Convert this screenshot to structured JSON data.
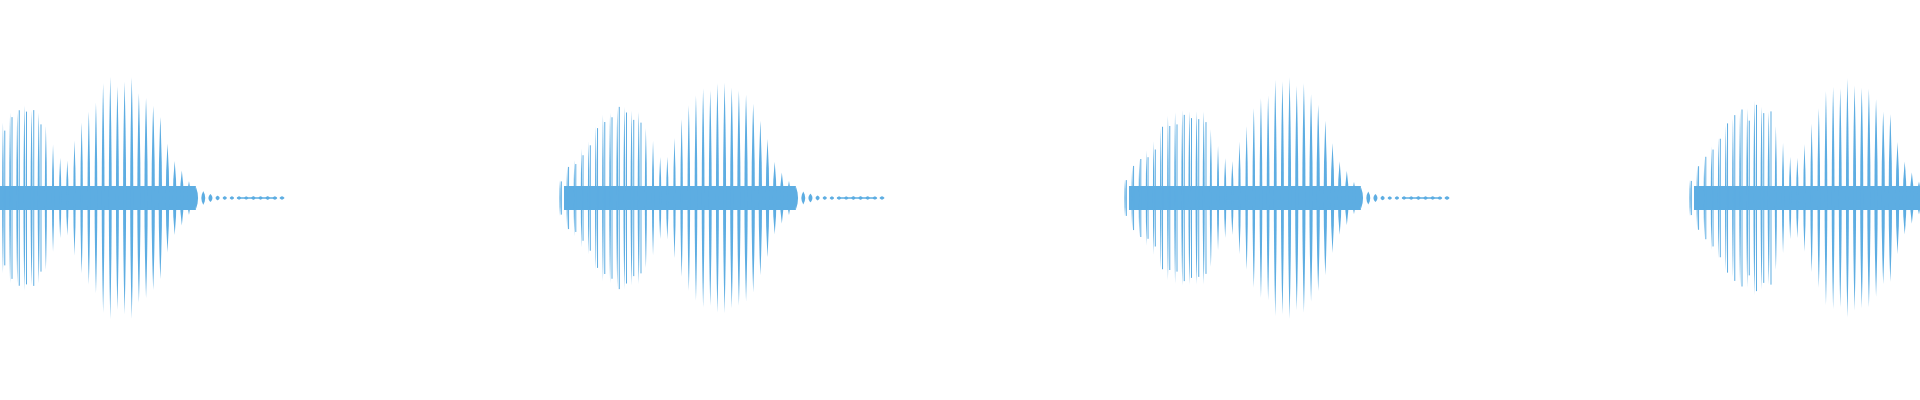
{
  "waveform": {
    "color": "#5DADE2",
    "background": "#FFFFFF",
    "burst_count": 4,
    "bursts": [
      {
        "index": 1,
        "visible_portion": "partial-left",
        "truncated_at": "left"
      },
      {
        "index": 2,
        "visible_portion": "full"
      },
      {
        "index": 3,
        "visible_portion": "full"
      },
      {
        "index": 4,
        "visible_portion": "partial-right",
        "truncated_at": "right"
      }
    ],
    "envelope_shape": "two-lobe tone burst with decaying tail"
  }
}
